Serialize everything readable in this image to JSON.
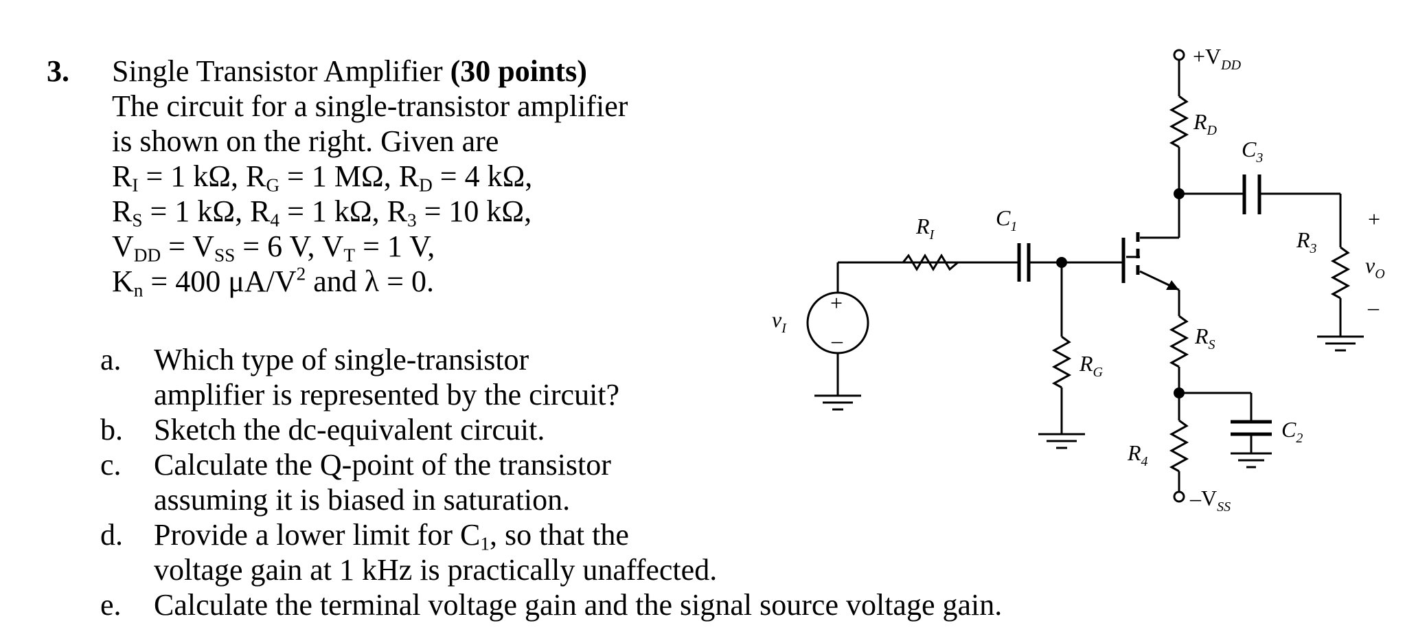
{
  "problem": {
    "number": "3.",
    "title": "Single Transistor Amplifier ",
    "points": "(30 points)",
    "lines": [
      "The circuit for a single-transistor amplifier",
      "is shown on the right. Given are"
    ],
    "params": {
      "RI": "1 kΩ",
      "RG": "1 MΩ",
      "RD": "4 kΩ",
      "RS": "1 kΩ",
      "R4": "1 kΩ",
      "R3": "10 kΩ",
      "VDD_VSS": "6 V",
      "VT": "1 V",
      "Kn": "400 μA/V",
      "lambda": "0."
    },
    "parts": [
      {
        "label": "a.",
        "lines": [
          "Which type of single-transistor",
          "amplifier is represented by the circuit?"
        ]
      },
      {
        "label": "b.",
        "lines": [
          "Sketch the dc-equivalent circuit."
        ]
      },
      {
        "label": "c.",
        "lines": [
          "Calculate the Q-point of the transistor",
          "assuming it is biased in saturation."
        ]
      },
      {
        "label": "d.",
        "lines": [
          "Provide a lower limit for C",
          "voltage gain at 1 kHz is practically unaffected."
        ],
        "d_tail": ", so that the"
      },
      {
        "label": "e.",
        "lines": [
          "Calculate the terminal voltage gain and the signal source voltage gain."
        ]
      }
    ]
  },
  "circuit": {
    "vdd": "+V",
    "vdd_sub": "DD",
    "vss": "–V",
    "vss_sub": "SS",
    "rd": "R",
    "rd_sub": "D",
    "rs": "R",
    "rs_sub": "S",
    "rg": "R",
    "rg_sub": "G",
    "ri": "R",
    "ri_sub": "I",
    "r4": "R",
    "r4_sub": "4",
    "r3": "R",
    "r3_sub": "3",
    "c1": "C",
    "c1_sub": "1",
    "c2": "C",
    "c2_sub": "2",
    "c3": "C",
    "c3_sub": "3",
    "vi": "v",
    "vi_sub": "I",
    "vo": "v",
    "vo_sub": "O",
    "plus": "+",
    "minus": "–",
    "src_plus": "+",
    "src_minus": "–"
  }
}
